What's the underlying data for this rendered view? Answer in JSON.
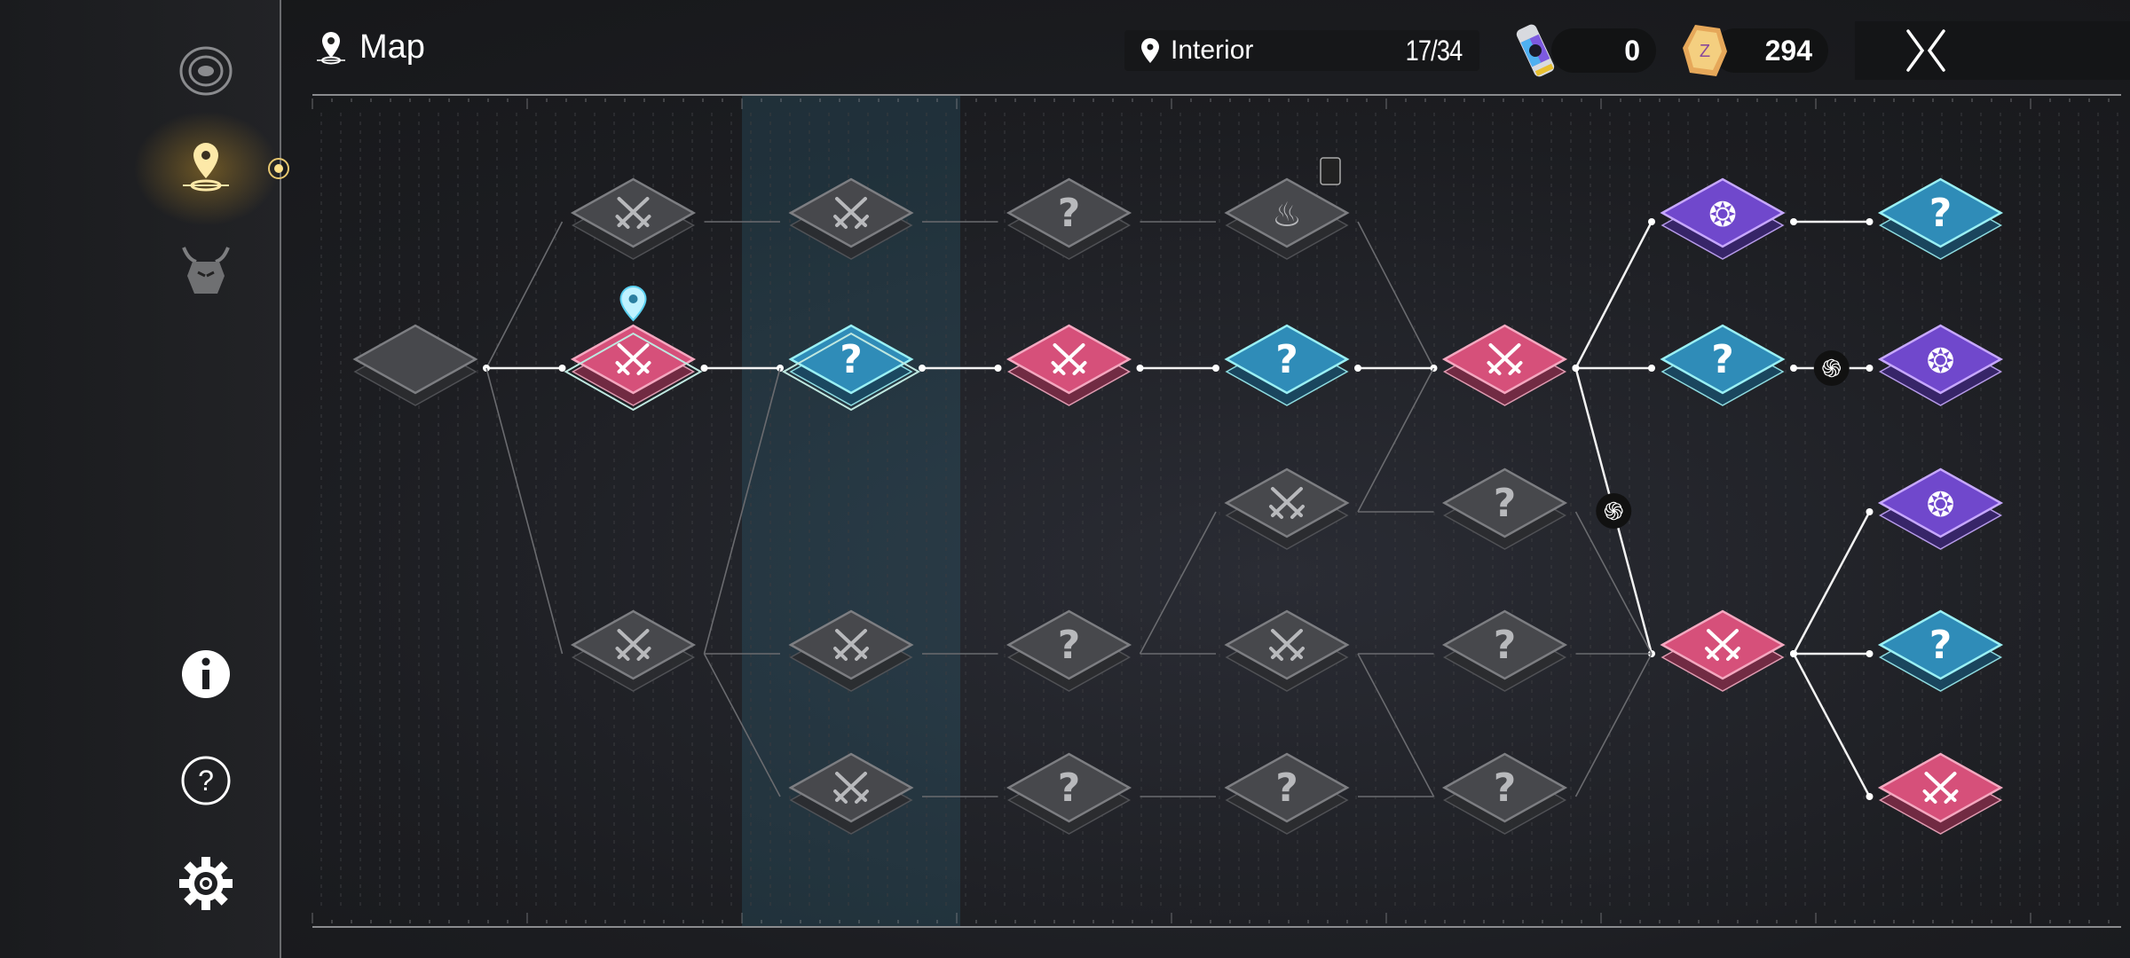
{
  "header": {
    "title": "Map",
    "location": "Interior",
    "progress": "17/34"
  },
  "currencies": [
    {
      "name": "ticket",
      "icon": "canister-icon",
      "amount": "0"
    },
    {
      "name": "coin",
      "icon": "gold-hex-coin-icon",
      "amount": "294"
    }
  ],
  "sidebar": {
    "items": [
      {
        "id": "overview",
        "icon": "rings-icon",
        "active": false
      },
      {
        "id": "map",
        "icon": "map-pin-icon",
        "active": true
      },
      {
        "id": "boss",
        "icon": "demon-mask-icon",
        "active": false
      },
      {
        "id": "info",
        "icon": "info-icon"
      },
      {
        "id": "help",
        "icon": "help-icon"
      },
      {
        "id": "settings",
        "icon": "gear-icon"
      }
    ]
  },
  "colors": {
    "grey": "#4b4c50",
    "pink": "#d6507a",
    "blue": "#2f8cb8",
    "purple": "#7048cc",
    "gold": "#f0cf7a"
  },
  "map": {
    "highlight_column": 2,
    "current_node": 2,
    "nodes": [
      {
        "col": 0,
        "row": 1,
        "type": "empty",
        "state": "grey"
      },
      {
        "col": 1,
        "row": 0,
        "type": "battle",
        "state": "grey"
      },
      {
        "col": 1,
        "row": 1,
        "type": "battle",
        "state": "pink"
      },
      {
        "col": 1,
        "row": 3,
        "type": "battle",
        "state": "grey"
      },
      {
        "col": 2,
        "row": 0,
        "type": "battle",
        "state": "grey"
      },
      {
        "col": 2,
        "row": 1,
        "type": "event",
        "state": "blue"
      },
      {
        "col": 2,
        "row": 3,
        "type": "battle",
        "state": "grey"
      },
      {
        "col": 2,
        "row": 4,
        "type": "battle",
        "state": "grey"
      },
      {
        "col": 3,
        "row": 0,
        "type": "event",
        "state": "grey"
      },
      {
        "col": 3,
        "row": 1,
        "type": "battle",
        "state": "pink"
      },
      {
        "col": 3,
        "row": 3,
        "type": "event",
        "state": "grey"
      },
      {
        "col": 3,
        "row": 4,
        "type": "event",
        "state": "grey"
      },
      {
        "col": 4,
        "row": 0,
        "type": "campfire",
        "state": "grey"
      },
      {
        "col": 4,
        "row": 1,
        "type": "event",
        "state": "blue"
      },
      {
        "col": 4,
        "row": 2,
        "type": "battle",
        "state": "grey"
      },
      {
        "col": 4,
        "row": 3,
        "type": "battle",
        "state": "grey"
      },
      {
        "col": 4,
        "row": 4,
        "type": "event",
        "state": "grey"
      },
      {
        "col": 5,
        "row": 1,
        "type": "battle",
        "state": "pink"
      },
      {
        "col": 5,
        "row": 2,
        "type": "event",
        "state": "grey"
      },
      {
        "col": 5,
        "row": 3,
        "type": "event",
        "state": "grey"
      },
      {
        "col": 5,
        "row": 4,
        "type": "event",
        "state": "grey"
      },
      {
        "col": 6,
        "row": 0,
        "type": "elite",
        "state": "purple"
      },
      {
        "col": 6,
        "row": 1,
        "type": "event",
        "state": "blue"
      },
      {
        "col": 6,
        "row": 3,
        "type": "battle",
        "state": "pink"
      },
      {
        "col": 7,
        "row": 0,
        "type": "event",
        "state": "blue"
      },
      {
        "col": 7,
        "row": 1,
        "type": "elite",
        "state": "purple"
      },
      {
        "col": 7,
        "row": 2,
        "type": "elite",
        "state": "purple"
      },
      {
        "col": 7,
        "row": 3,
        "type": "event",
        "state": "blue"
      },
      {
        "col": 7,
        "row": 4,
        "type": "battle",
        "state": "pink"
      }
    ],
    "links": [
      [
        0,
        1
      ],
      [
        0,
        2
      ],
      [
        0,
        3
      ],
      [
        1,
        4
      ],
      [
        2,
        5
      ],
      [
        3,
        5
      ],
      [
        3,
        6
      ],
      [
        3,
        7
      ],
      [
        4,
        8
      ],
      [
        5,
        9
      ],
      [
        6,
        10
      ],
      [
        7,
        11
      ],
      [
        8,
        12
      ],
      [
        9,
        13
      ],
      [
        10,
        14
      ],
      [
        10,
        15
      ],
      [
        11,
        16
      ],
      [
        12,
        17
      ],
      [
        13,
        17
      ],
      [
        14,
        17
      ],
      [
        14,
        18
      ],
      [
        15,
        19
      ],
      [
        15,
        20
      ],
      [
        16,
        20
      ],
      [
        17,
        21
      ],
      [
        17,
        22
      ],
      [
        17,
        23
      ],
      [
        18,
        23
      ],
      [
        19,
        23
      ],
      [
        20,
        23
      ],
      [
        21,
        24
      ],
      [
        22,
        25
      ],
      [
        23,
        26
      ],
      [
        23,
        27
      ],
      [
        23,
        28
      ]
    ],
    "bright_links": [
      [
        17,
        21
      ],
      [
        17,
        22
      ],
      [
        17,
        23
      ],
      [
        21,
        24
      ],
      [
        22,
        25
      ],
      [
        23,
        26
      ],
      [
        23,
        27
      ],
      [
        23,
        28
      ],
      [
        0,
        2
      ],
      [
        2,
        5
      ],
      [
        5,
        9
      ],
      [
        9,
        13
      ],
      [
        13,
        17
      ]
    ],
    "portals": [
      {
        "between": [
          17,
          23
        ]
      },
      {
        "between": [
          22,
          25
        ]
      }
    ]
  }
}
